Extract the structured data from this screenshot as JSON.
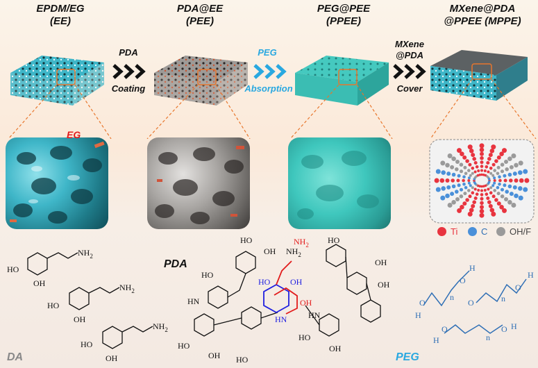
{
  "stages": [
    {
      "title_line1": "EPDM/EG",
      "title_line2": "(EE)"
    },
    {
      "title_line1": "PDA@EE",
      "title_line2": "(PEE)"
    },
    {
      "title_line1": "PEG@PEE",
      "title_line2": "(PPEE)"
    },
    {
      "title_line1": "MXene@PDA",
      "title_line2": "@PPEE (MPPE)"
    }
  ],
  "steps": [
    {
      "top": "PDA",
      "bottom": "Coating",
      "color": "#111111"
    },
    {
      "top": "PEG",
      "bottom": "Absorption",
      "color": "#29a8e0"
    },
    {
      "top": "MXene",
      "top2": "@PDA",
      "bottom": "Cover",
      "color": "#111111"
    }
  ],
  "eg_label": "EG",
  "legend": [
    {
      "label": "Ti",
      "color": "#e8343f"
    },
    {
      "label": "C",
      "color": "#4a90d9"
    },
    {
      "label": "OH/F",
      "color": "#9a9a9a"
    }
  ],
  "molecules": {
    "da_label": "DA",
    "pda_label": "PDA",
    "peg_label": "PEG",
    "nh2": "NH",
    "nh2_sub": "2",
    "oh": "OH",
    "ho": "HO",
    "hn": "HN",
    "n": "n",
    "o": "O",
    "h": "H"
  },
  "colors": {
    "foam_cyan": "#3fb6c8",
    "foam_gray": "#9c9a96",
    "ppee_teal": "#3fc7bd",
    "mxene_top": "#5a5f61",
    "orange_box": "#e8762c",
    "pda_red": "#e21b1b",
    "pda_blue": "#1f1fe0",
    "peg_blue": "#2f6fb5"
  }
}
